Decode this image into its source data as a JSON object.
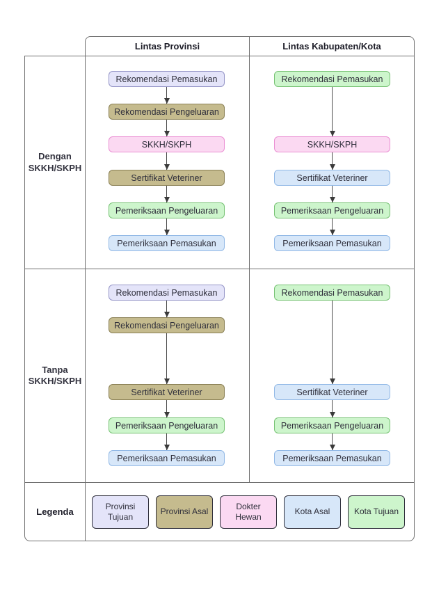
{
  "headers": {
    "col1": "Lintas Provinsi",
    "col2": "Lintas Kabupaten/Kota"
  },
  "row_labels": {
    "dengan": "Dengan\nSKKH/SKPH",
    "tanpa": "Tanpa\nSKKH/SKPH"
  },
  "flows": {
    "dengan_provinsi": [
      {
        "label": "Rekomendasi Pemasukan",
        "type": "provinsi-tujuan"
      },
      {
        "label": "Rekomendasi Pengeluaran",
        "type": "provinsi-asal"
      },
      {
        "label": "SKKH/SKPH",
        "type": "dokter-hewan"
      },
      {
        "label": "Sertifikat Veteriner",
        "type": "provinsi-asal"
      },
      {
        "label": "Pemeriksaan Pengeluaran",
        "type": "kota-tujuan"
      },
      {
        "label": "Pemeriksaan Pemasukan",
        "type": "kota-asal"
      }
    ],
    "dengan_kabupaten": [
      {
        "label": "Rekomendasi Pemasukan",
        "type": "kota-tujuan"
      },
      {
        "label": "SKKH/SKPH",
        "type": "dokter-hewan"
      },
      {
        "label": "Sertifikat Veteriner",
        "type": "kota-asal"
      },
      {
        "label": "Pemeriksaan Pengeluaran",
        "type": "kota-tujuan"
      },
      {
        "label": "Pemeriksaan Pemasukan",
        "type": "kota-asal"
      }
    ],
    "tanpa_provinsi": [
      {
        "label": "Rekomendasi Pemasukan",
        "type": "provinsi-tujuan"
      },
      {
        "label": "Rekomendasi Pengeluaran",
        "type": "provinsi-asal"
      },
      {
        "label": "Sertifikat Veteriner",
        "type": "provinsi-asal"
      },
      {
        "label": "Pemeriksaan Pengeluaran",
        "type": "kota-tujuan"
      },
      {
        "label": "Pemeriksaan Pemasukan",
        "type": "kota-asal"
      }
    ],
    "tanpa_kabupaten": [
      {
        "label": "Rekomendasi Pemasukan",
        "type": "kota-tujuan"
      },
      {
        "label": "Sertifikat Veteriner",
        "type": "kota-asal"
      },
      {
        "label": "Pemeriksaan Pengeluaran",
        "type": "kota-tujuan"
      },
      {
        "label": "Pemeriksaan Pemasukan",
        "type": "kota-asal"
      }
    ]
  },
  "legend": {
    "title": "Legenda",
    "items": [
      {
        "label": "Provinsi\nTujuan",
        "type": "provinsi-tujuan",
        "fill": "#e4e4f9",
        "border": "#9595c7"
      },
      {
        "label": "Provinsi Asal",
        "type": "provinsi-asal",
        "fill": "#c5bb8e",
        "border": "#8a8055"
      },
      {
        "label": "Dokter\nHewan",
        "type": "dokter-hewan",
        "fill": "#fbd9f2",
        "border": "#ea8fd3"
      },
      {
        "label": "Kota Asal",
        "type": "kota-asal",
        "fill": "#d7e7f9",
        "border": "#92b9e6"
      },
      {
        "label": "Kota Tujuan",
        "type": "kota-tujuan",
        "fill": "#cdf5cc",
        "border": "#77c274"
      }
    ]
  },
  "colors": {
    "grid_line": "#707070",
    "arrow": "#4a4a4a",
    "text": "#2e2e3a"
  }
}
